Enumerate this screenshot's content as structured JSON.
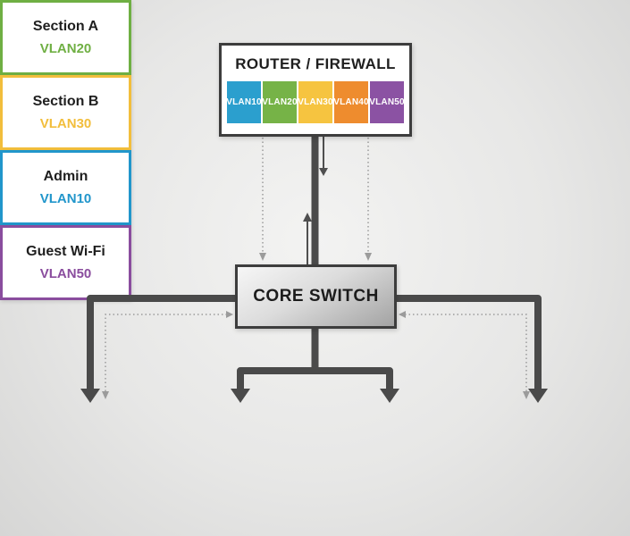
{
  "router": {
    "title": "ROUTER / FIREWALL",
    "vlans": [
      {
        "label": "VLAN10",
        "color": "#2B9FCE"
      },
      {
        "label": "VLAN20",
        "color": "#76B347"
      },
      {
        "label": "VLAN30",
        "color": "#F6C440"
      },
      {
        "label": "VLAN40",
        "color": "#EE8C2E"
      },
      {
        "label": "VLAN50",
        "color": "#8B52A3"
      }
    ]
  },
  "core_switch": {
    "title": "CORE SWITCH"
  },
  "endpoints": [
    {
      "title": "Section A",
      "vlan": "VLAN20",
      "color": "#6FAF43"
    },
    {
      "title": "Section B",
      "vlan": "VLAN30",
      "color": "#F2BE3C"
    },
    {
      "title": "Admin",
      "vlan": "VLAN10",
      "color": "#2196CB"
    },
    {
      "title": "Guest Wi-Fi",
      "vlan": "VLAN50",
      "color": "#8A4D9E"
    }
  ],
  "colors": {
    "trunk_line": "#4a4a4a",
    "thin_arrow": "#4f4f4f",
    "dashed_line": "#9b9b9b",
    "box_border": "#3d3d3d",
    "text_dark": "#1f1f1f"
  }
}
